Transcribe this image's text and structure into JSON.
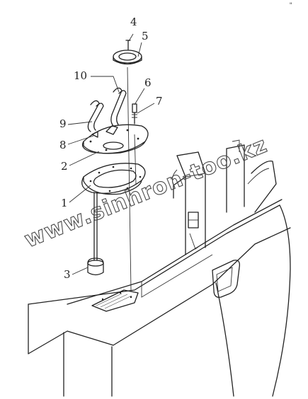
{
  "watermark": "www.sinhron-too.kz",
  "corner_mark": "\"",
  "callouts": [
    {
      "id": "4",
      "label": "4"
    },
    {
      "id": "5",
      "label": "5"
    },
    {
      "id": "10",
      "label": "10"
    },
    {
      "id": "6",
      "label": "6"
    },
    {
      "id": "7",
      "label": "7"
    },
    {
      "id": "9",
      "label": "9"
    },
    {
      "id": "8",
      "label": "8"
    },
    {
      "id": "2",
      "label": "2"
    },
    {
      "id": "1",
      "label": "1"
    },
    {
      "id": "3",
      "label": "3"
    }
  ]
}
